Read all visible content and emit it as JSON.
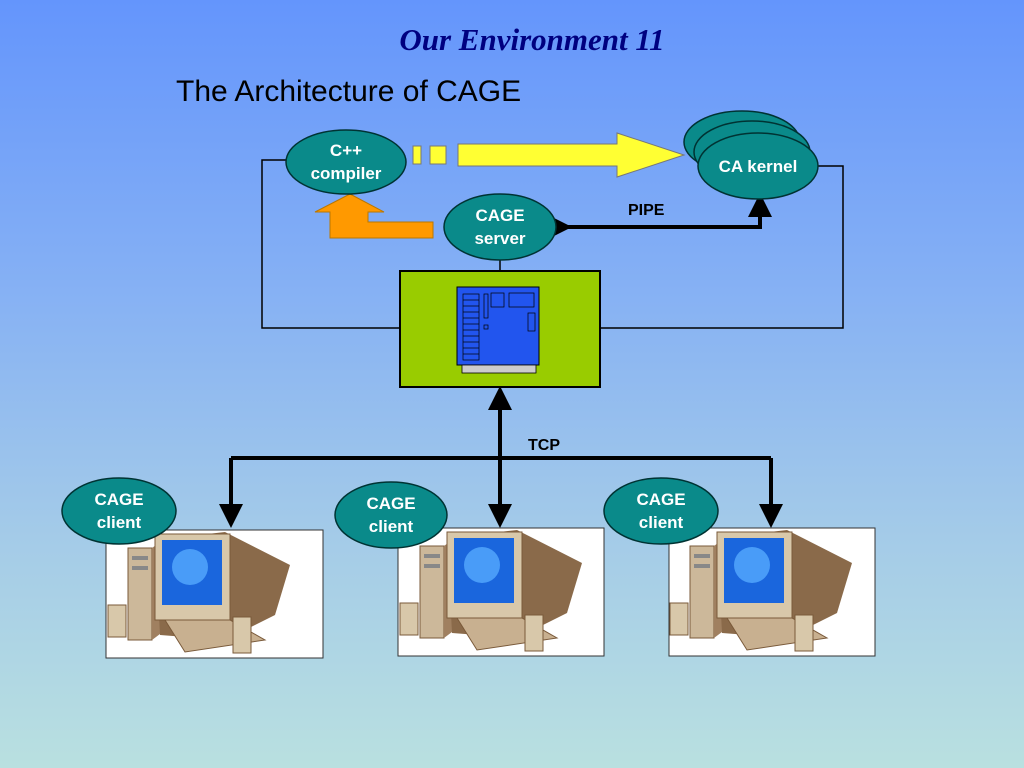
{
  "slide": {
    "title": "Our Environment 11",
    "subtitle": "The Architecture of CAGE"
  },
  "nodes": {
    "compiler": "C++\ncompiler",
    "kernel": "CA kernel",
    "server": "CAGE\nserver",
    "clients": [
      "CAGE\nclient",
      "CAGE\nclient",
      "CAGE\nclient"
    ]
  },
  "edges": {
    "pipe": "PIPE",
    "tcp": "TCP"
  },
  "colors": {
    "node_fill": "#0a8a8a",
    "host_box": "#99cc00",
    "board": "#2255ee",
    "big_arrow": "#ffff33",
    "compile_arrow": "#ff9900"
  }
}
